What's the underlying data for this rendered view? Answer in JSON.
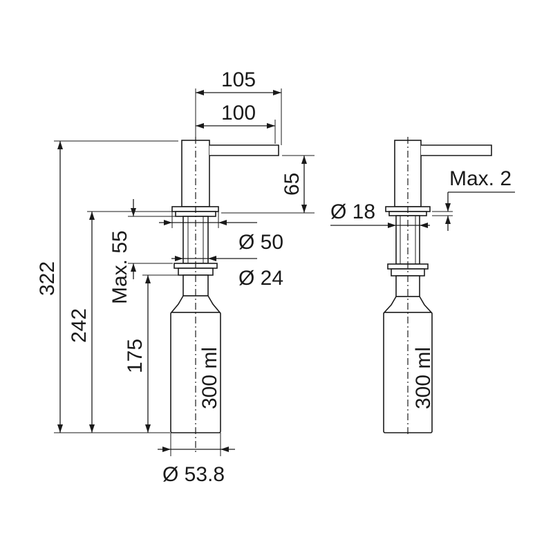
{
  "dimensions": {
    "spout_reach_outer": "105",
    "spout_reach_inner": "100",
    "spout_height": "65",
    "total_height": "322",
    "height_below_collar": "242",
    "max_deck_thickness": "Max. 55",
    "bottle_height": "175",
    "collar_diameter": "Ø 50",
    "hole_diameter": "Ø 24",
    "bottle_diameter": "Ø 53.8",
    "stem_diameter": "Ø 18",
    "max_gap": "Max. 2"
  },
  "labels": {
    "bottle_volume_left": "300 ml",
    "bottle_volume_right": "300 ml"
  }
}
